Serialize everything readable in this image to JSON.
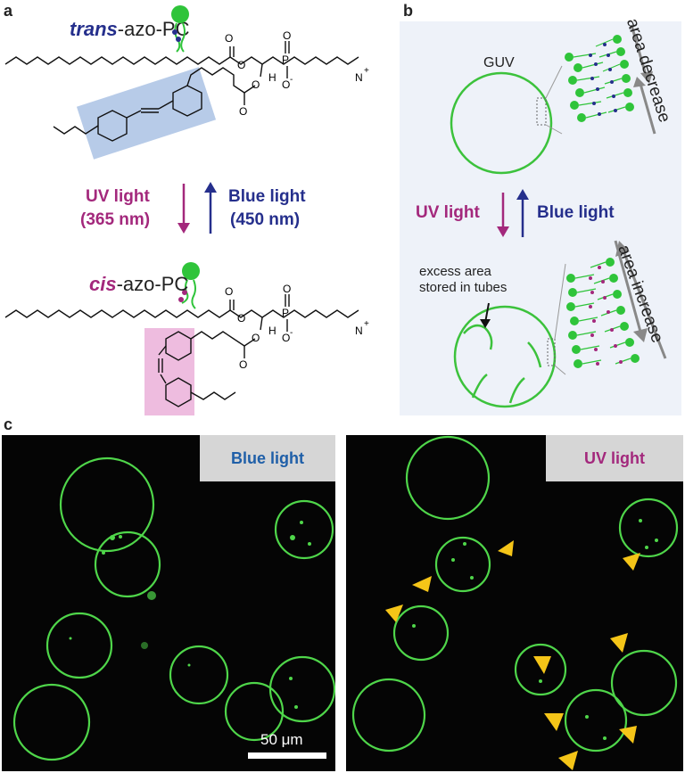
{
  "panels": {
    "a": "a",
    "b": "b",
    "c": "c"
  },
  "panel_a": {
    "trans_prefix": "trans",
    "trans_suffix": "-azo-PC",
    "cis_prefix": "cis",
    "cis_suffix": "-azo-PC",
    "uv_label": "UV light",
    "uv_wavelength": "(365 nm)",
    "blue_label": "Blue light",
    "blue_wavelength": "(450 nm)",
    "atoms": {
      "O": "O",
      "P": "P",
      "N": "N",
      "H": "H",
      "plus": "+",
      "minus": "-"
    }
  },
  "panel_b": {
    "guv_label": "GUV",
    "area_decrease": "area decrease",
    "area_increase": "area increase",
    "uv_label": "UV light",
    "blue_label": "Blue light",
    "excess_line1": "excess area",
    "excess_line2": "stored in tubes"
  },
  "panel_c": {
    "left_label": "Blue light",
    "right_label": "UV light",
    "scale_bar": "50 μm"
  },
  "colors": {
    "membrane_green": "#4fd64a",
    "lipid_green": "#2fc43a",
    "uv_magenta": "#a3287c",
    "blue_navy": "#252f8c",
    "trans_box": "#9fb9e0",
    "cis_box": "#e8a6d4",
    "arrowhead_yellow": "#f5c518",
    "label_bg": "#d6d6d6"
  }
}
